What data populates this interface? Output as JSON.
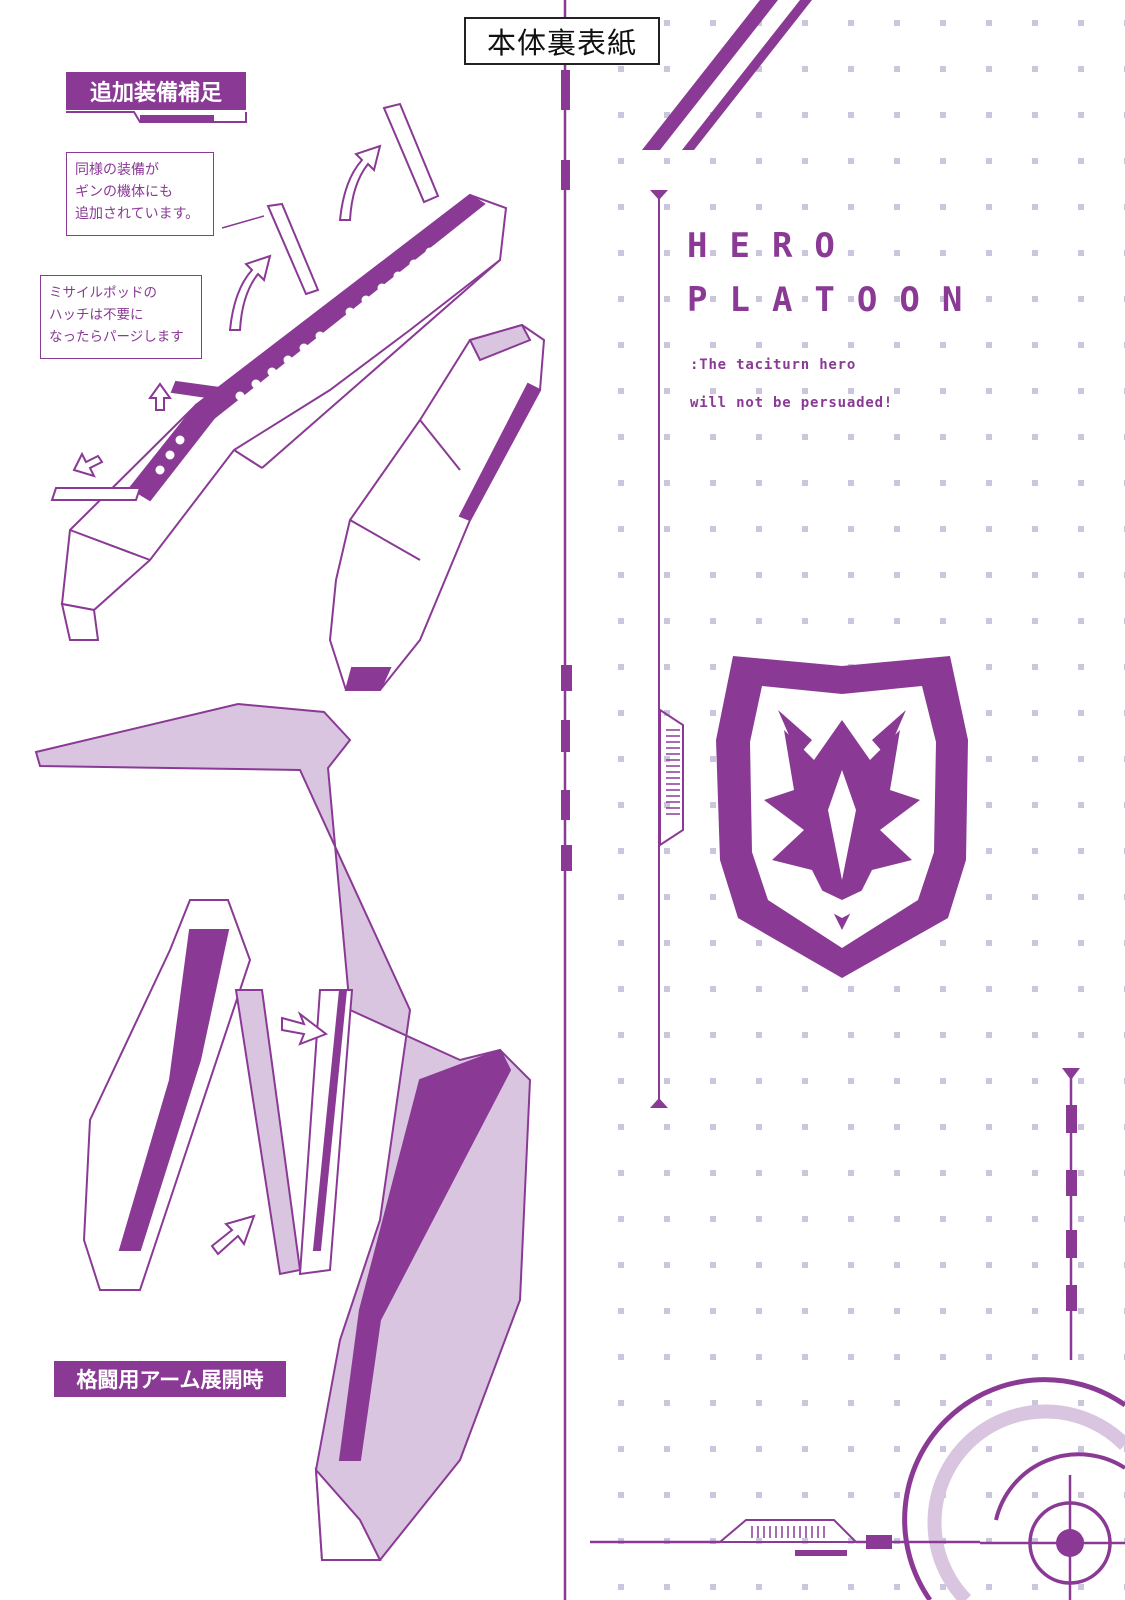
{
  "header": {
    "label": "本体裏表紙"
  },
  "sections": {
    "equipment_title": "追加装備補足",
    "arm_title": "格闘用アーム展開時"
  },
  "notes": {
    "note1": [
      "同様の装備が",
      "ギンの機体にも",
      "追加されています。"
    ],
    "note2": [
      "ミサイルポッドの",
      "ハッチは不要に",
      "なったらパージします"
    ]
  },
  "branding": {
    "title_line1": "HERO",
    "title_line2": "PLATOON",
    "tagline_line1": ":The taciturn hero",
    "tagline_line2": "will not be persuaded!"
  },
  "icons": [
    "shield-emblem-icon",
    "target-reticle-icon",
    "arrow-icon"
  ],
  "colors": {
    "accent": "#8a3a95",
    "accent_light": "#d9c5df",
    "dot": "#cbc5de",
    "line": "#222222"
  }
}
